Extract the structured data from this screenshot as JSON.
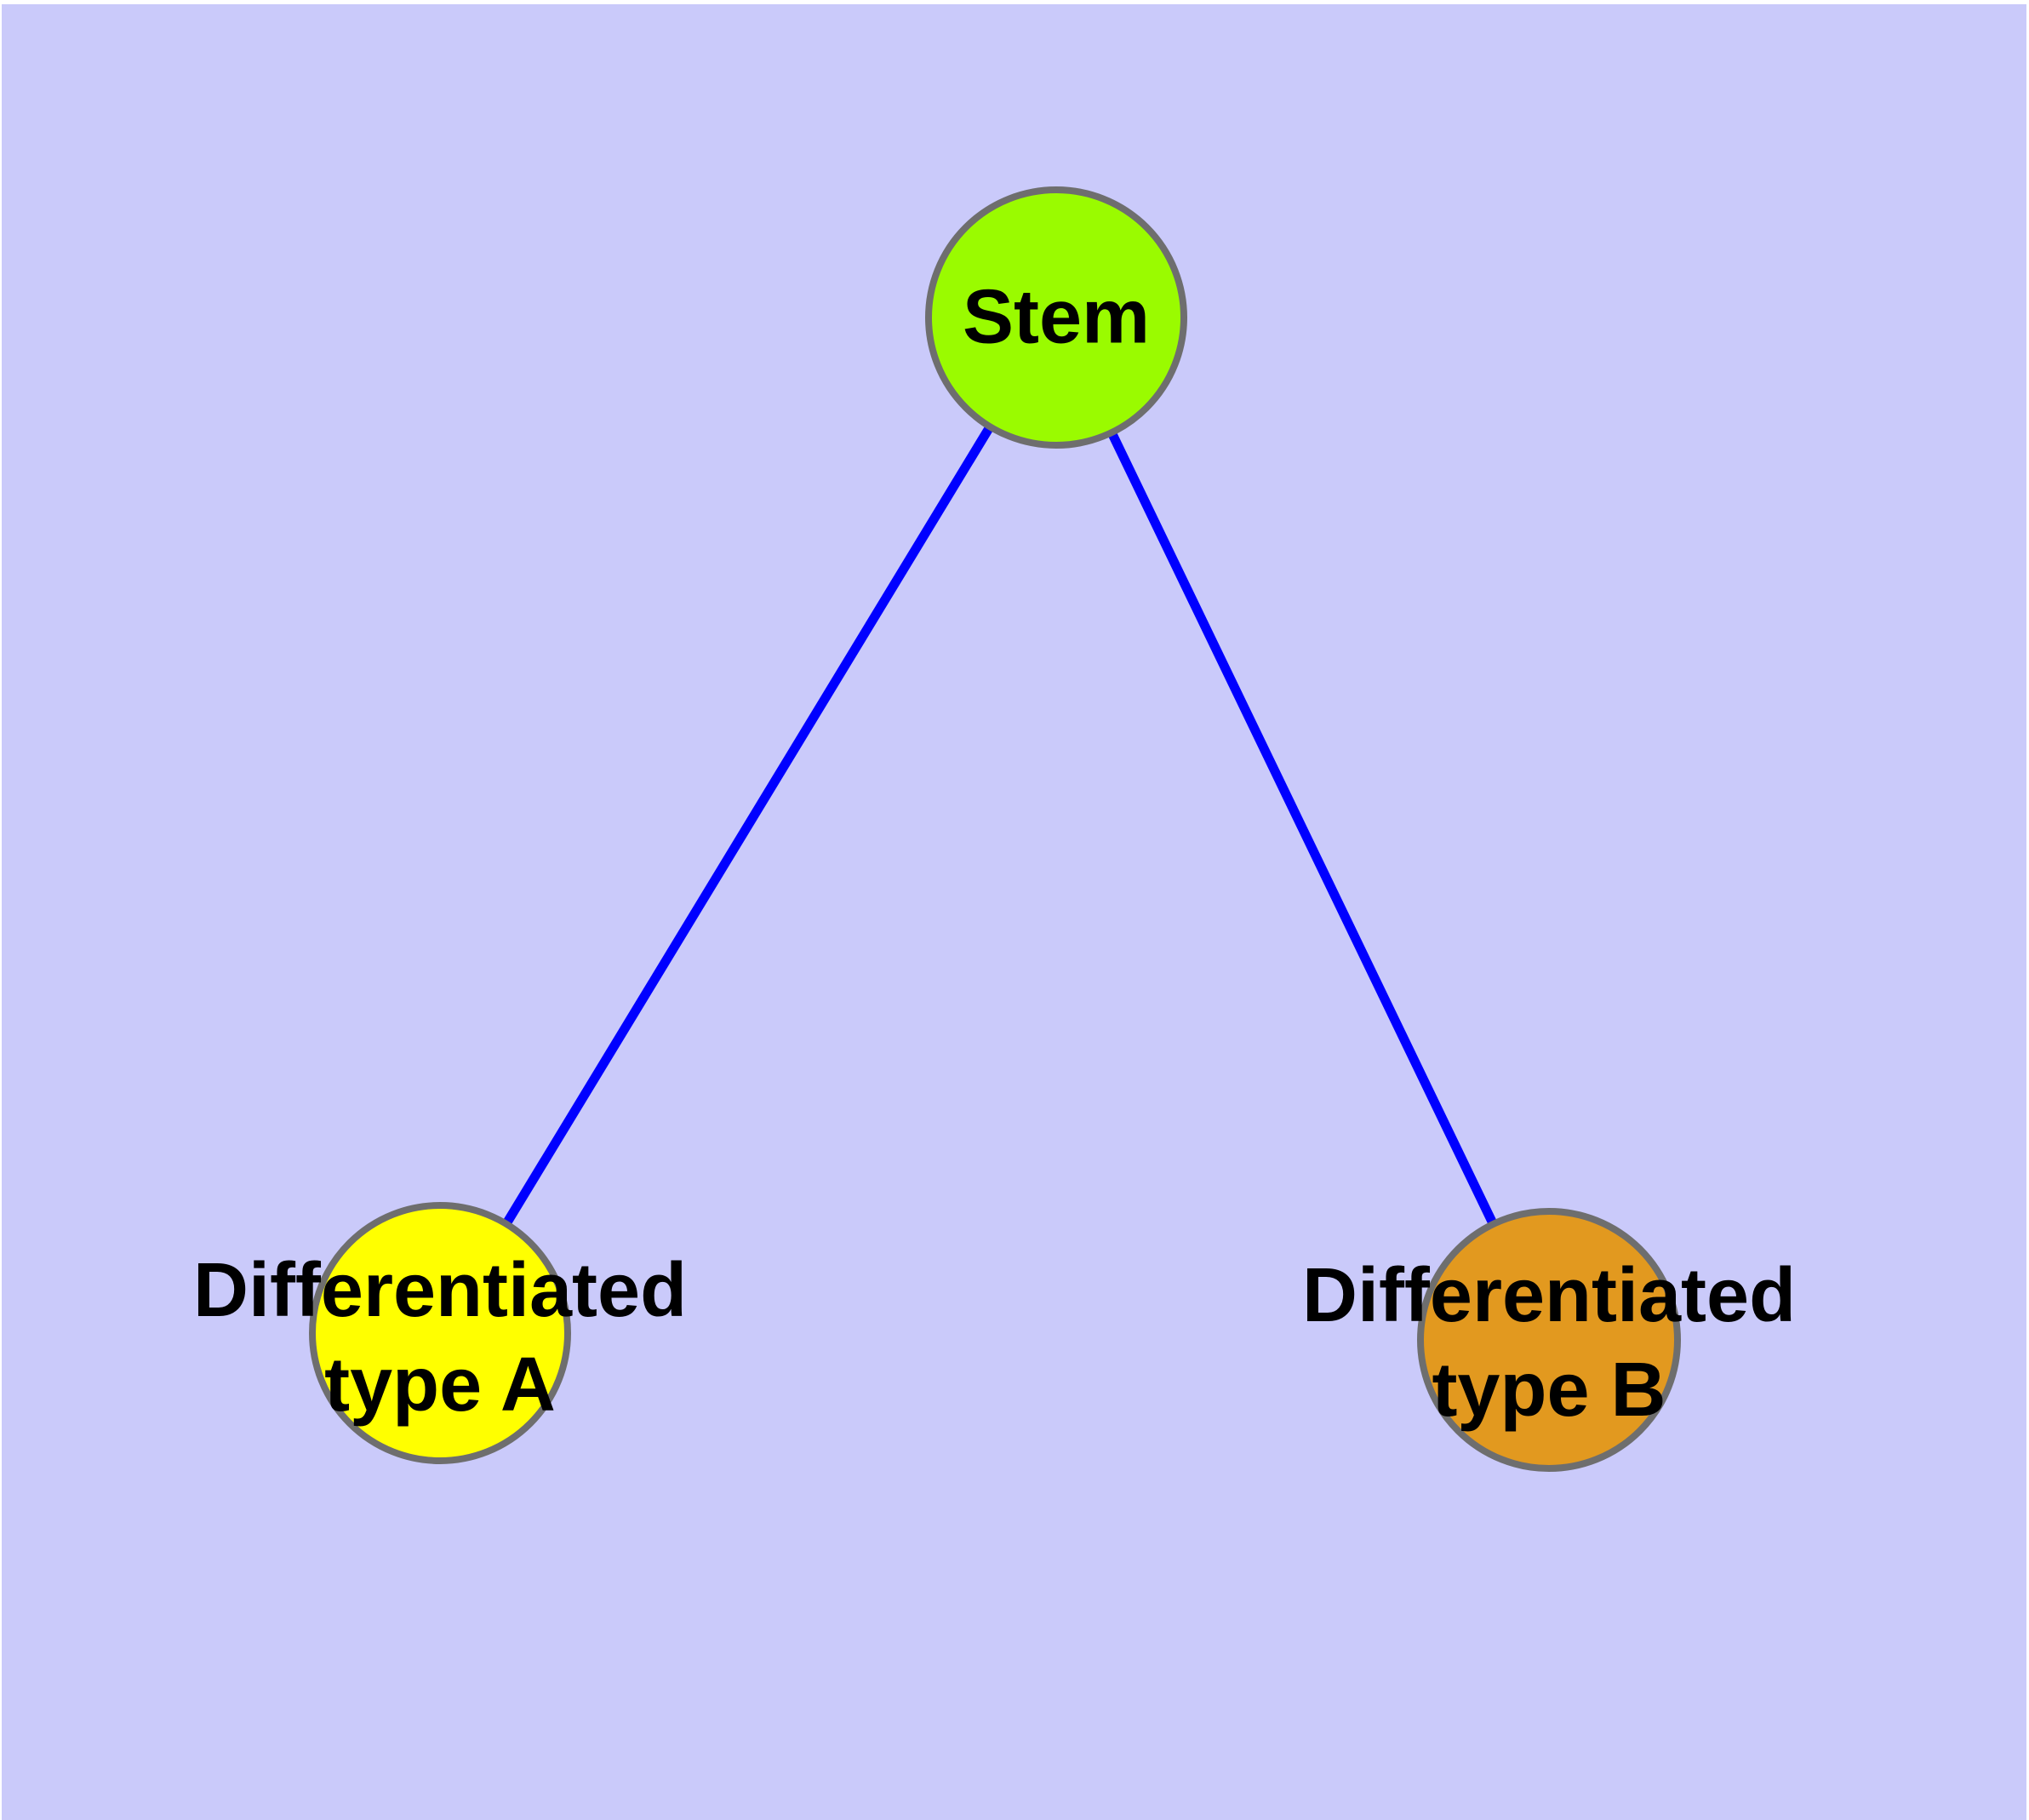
{
  "diagram": {
    "background_color": "#CACAFA",
    "edge_color": "#0000FF",
    "node_border_color": "#6E6E6E",
    "text_color": "#000000",
    "nodes": {
      "stem": {
        "label": "Stem",
        "color": "#9AFB00"
      },
      "type_a": {
        "label_line1": "Differentiated",
        "label_line2": "type A",
        "color": "#FFFF00"
      },
      "type_b": {
        "label_line1": "Differentiated",
        "label_line2": "type B",
        "color": "#E2991F"
      }
    },
    "edges": [
      {
        "from": "Stem",
        "to": "Differentiated type A"
      },
      {
        "from": "Stem",
        "to": "Differentiated type B"
      }
    ]
  }
}
